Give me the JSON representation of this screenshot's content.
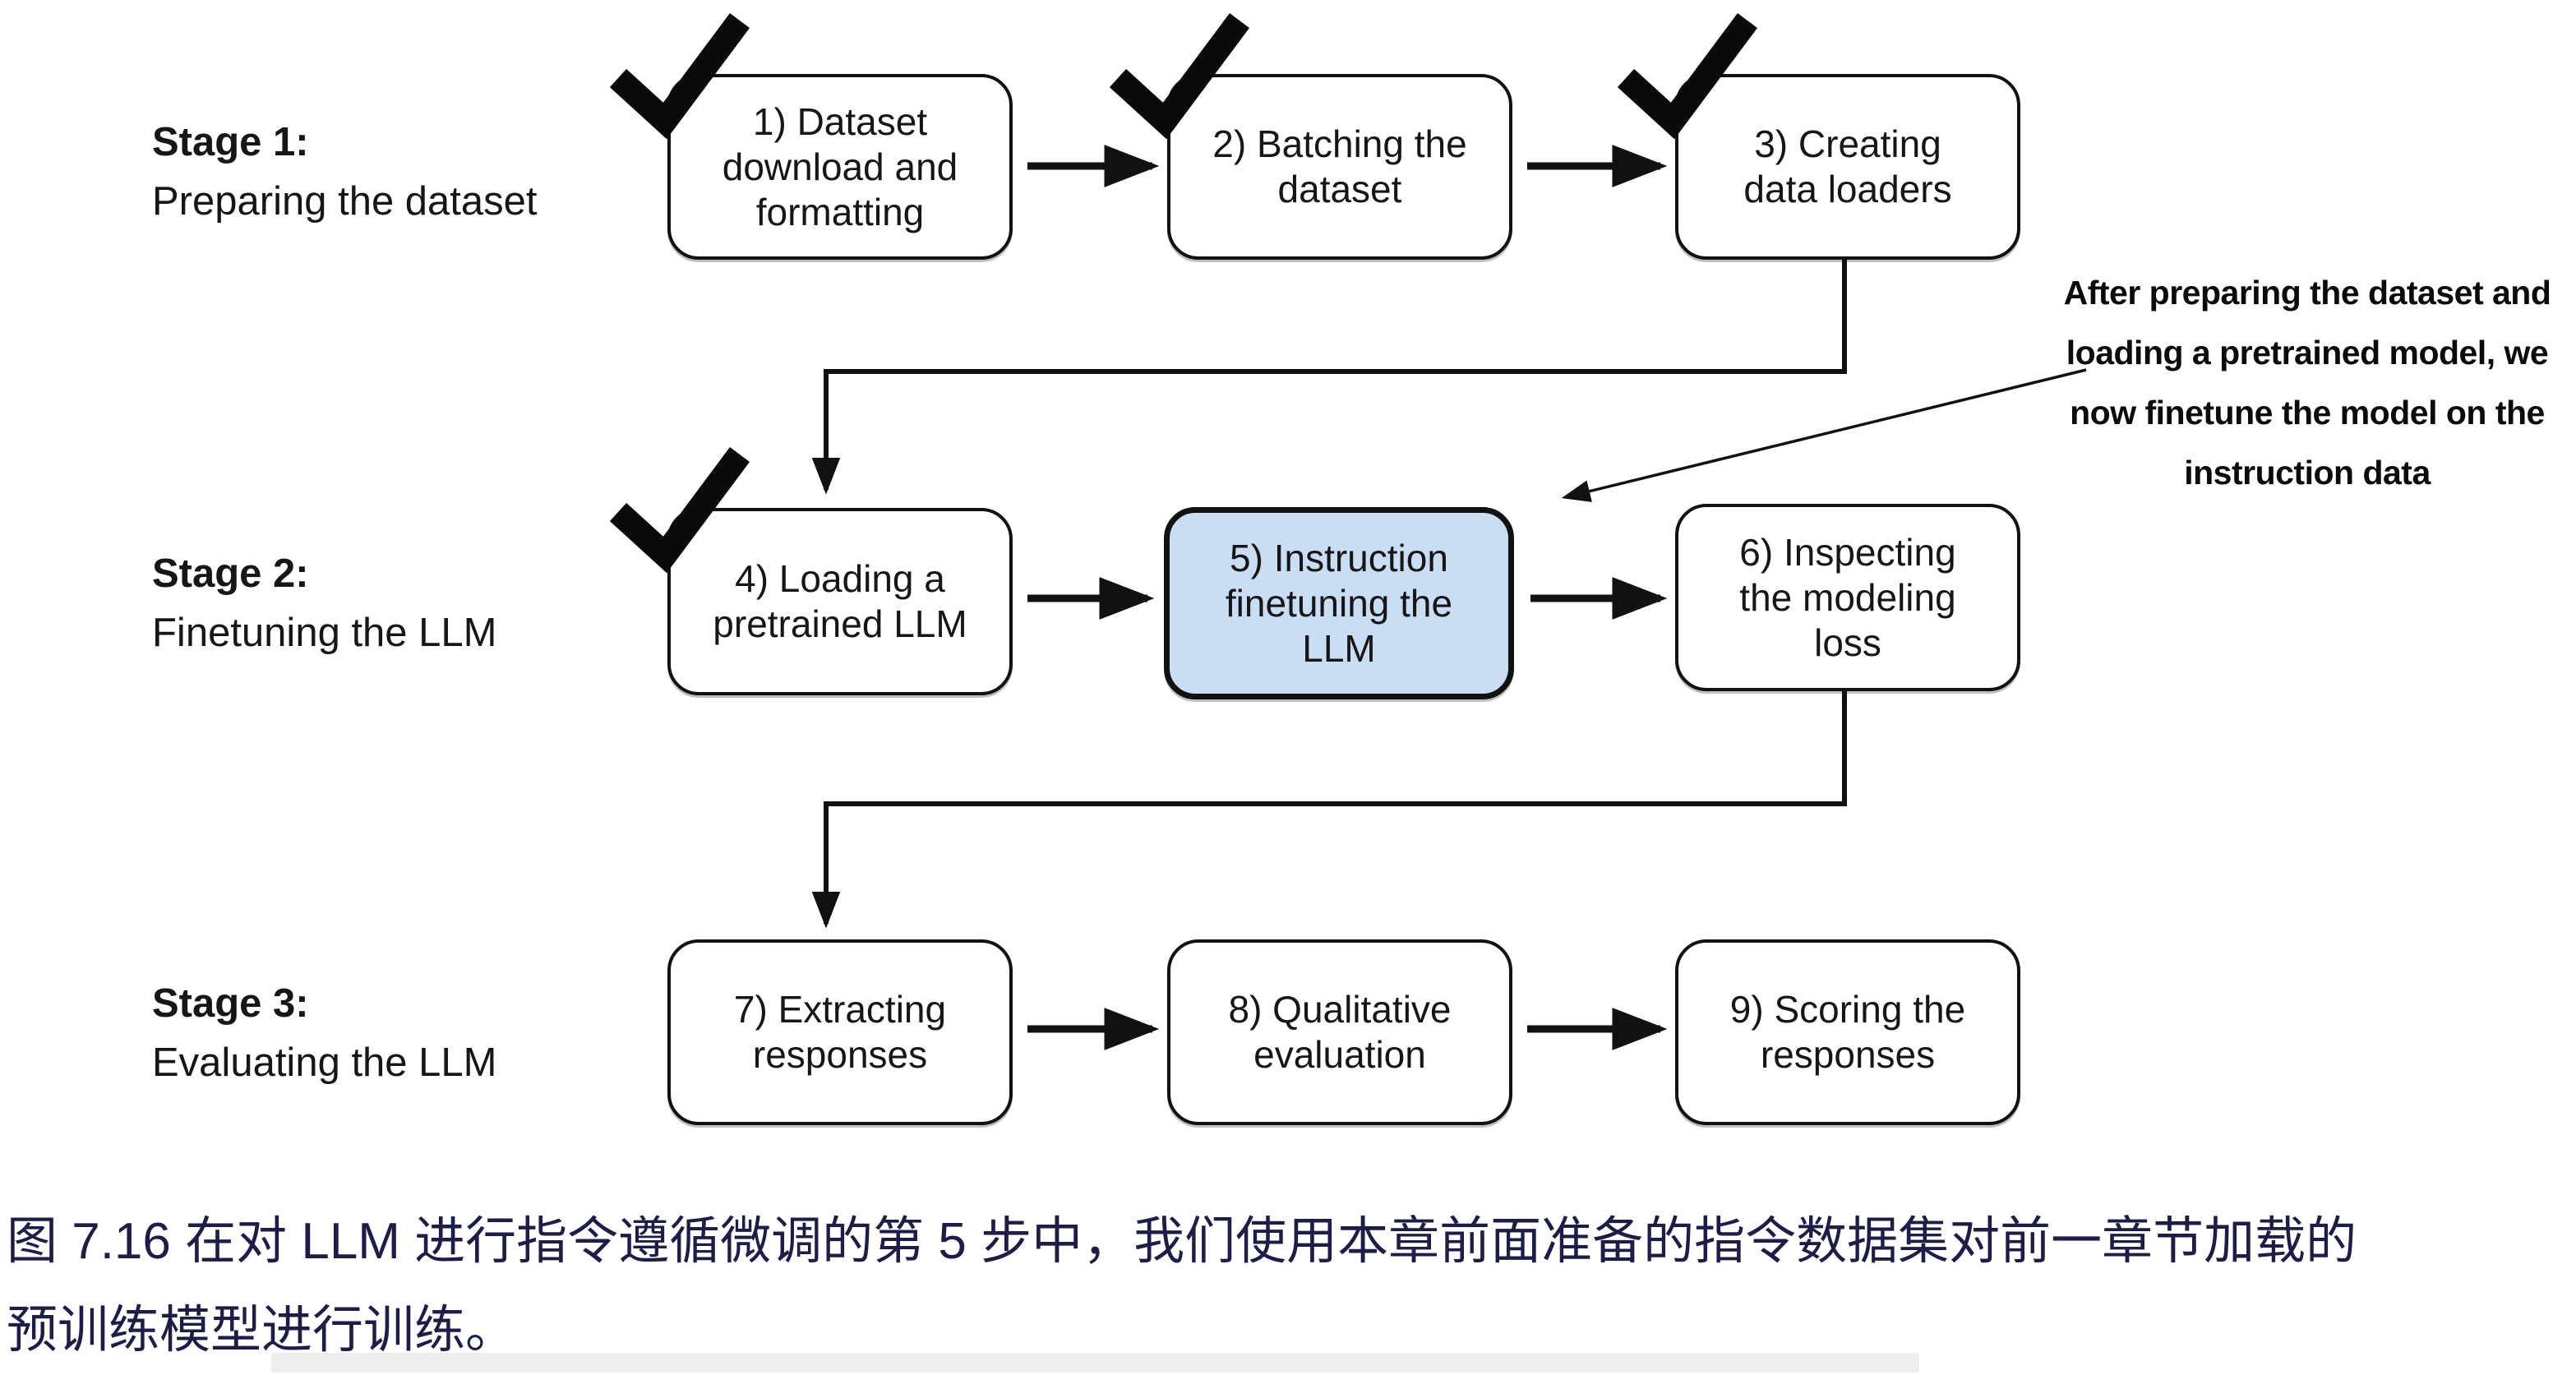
{
  "figure": {
    "stages": [
      {
        "title": "Stage 1:",
        "subtitle": "Preparing the dataset",
        "boxes": [
          {
            "label": "1) Dataset\ndownload and\nformatting",
            "checked": true,
            "highlighted": false
          },
          {
            "label": "2) Batching the\ndataset",
            "checked": true,
            "highlighted": false
          },
          {
            "label": "3) Creating\ndata loaders",
            "checked": true,
            "highlighted": false
          }
        ]
      },
      {
        "title": "Stage 2:",
        "subtitle": "Finetuning the LLM",
        "boxes": [
          {
            "label": "4) Loading a\npretrained LLM",
            "checked": true,
            "highlighted": false
          },
          {
            "label": "5) Instruction\nfinetuning the\nLLM",
            "checked": false,
            "highlighted": true
          },
          {
            "label": "6) Inspecting\nthe modeling\nloss",
            "checked": false,
            "highlighted": false
          }
        ]
      },
      {
        "title": "Stage 3:",
        "subtitle": "Evaluating the LLM",
        "boxes": [
          {
            "label": "7) Extracting\nresponses",
            "checked": false,
            "highlighted": false
          },
          {
            "label": "8) Qualitative\nevaluation",
            "checked": false,
            "highlighted": false
          },
          {
            "label": "9) Scoring the\nresponses",
            "checked": false,
            "highlighted": false
          }
        ]
      }
    ],
    "annotation": "After preparing the dataset and\nloading a pretrained model, we\nnow finetune the model on the\ninstruction data",
    "caption": "图 7.16 在对 LLM 进行指令遵循微调的第 5 步中，我们使用本章前面准备的指令数据集对前一章节加载的\n预训练模型进行训练。",
    "icons": {
      "checkmark": "✔"
    },
    "colors": {
      "highlight_fill": "#c9ddf5",
      "caption_text": "#1d1d47",
      "line_color": "#111111"
    }
  }
}
